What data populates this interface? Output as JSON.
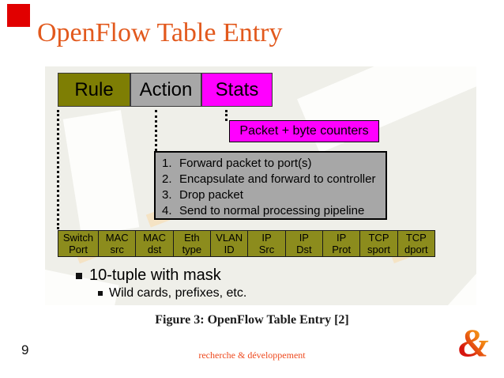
{
  "slide": {
    "title": "OpenFlow Table Entry",
    "caption": "Figure 3: OpenFlow Table Entry [2]",
    "page_number": "9",
    "footer_text": "recherche & développement",
    "logo_glyph": "&"
  },
  "diagram": {
    "header_boxes": [
      {
        "label": "Rule",
        "color": "#7e7e04"
      },
      {
        "label": "Action",
        "color": "#a7a7a7"
      },
      {
        "label": "Stats",
        "color": "#ff00ff"
      }
    ],
    "counters_box": {
      "label": "Packet + byte counters",
      "color": "#ff00ff"
    },
    "actions_box": {
      "color": "#a7a7a7",
      "items": [
        {
          "num": "1.",
          "text": "Forward packet to port(s)"
        },
        {
          "num": "2.",
          "text": "Encapsulate and forward to controller"
        },
        {
          "num": "3.",
          "text": "Drop packet"
        },
        {
          "num": "4.",
          "text": "Send to normal processing pipeline"
        }
      ]
    },
    "tuple_fields": [
      {
        "line1": "Switch",
        "line2": "Port"
      },
      {
        "line1": "MAC",
        "line2": "src"
      },
      {
        "line1": "MAC",
        "line2": "dst"
      },
      {
        "line1": "Eth",
        "line2": "type"
      },
      {
        "line1": "VLAN",
        "line2": "ID"
      },
      {
        "line1": "IP",
        "line2": "Src"
      },
      {
        "line1": "IP",
        "line2": "Dst"
      },
      {
        "line1": "IP",
        "line2": "Prot"
      },
      {
        "line1": "TCP",
        "line2": "sport"
      },
      {
        "line1": "TCP",
        "line2": "dport"
      }
    ],
    "bullets": {
      "main": "10-tuple with mask",
      "sub": "Wild cards, prefixes, etc."
    }
  },
  "colors": {
    "title_accent": "#e2591d",
    "marker_red": "#e10000",
    "olive_header": "#7e7e04",
    "olive_cells": "#8c8c1d",
    "gray_box": "#a7a7a7",
    "magenta": "#ff00ff",
    "panel_background": "#efefe9",
    "footer_orange": "#ee4a1f"
  }
}
